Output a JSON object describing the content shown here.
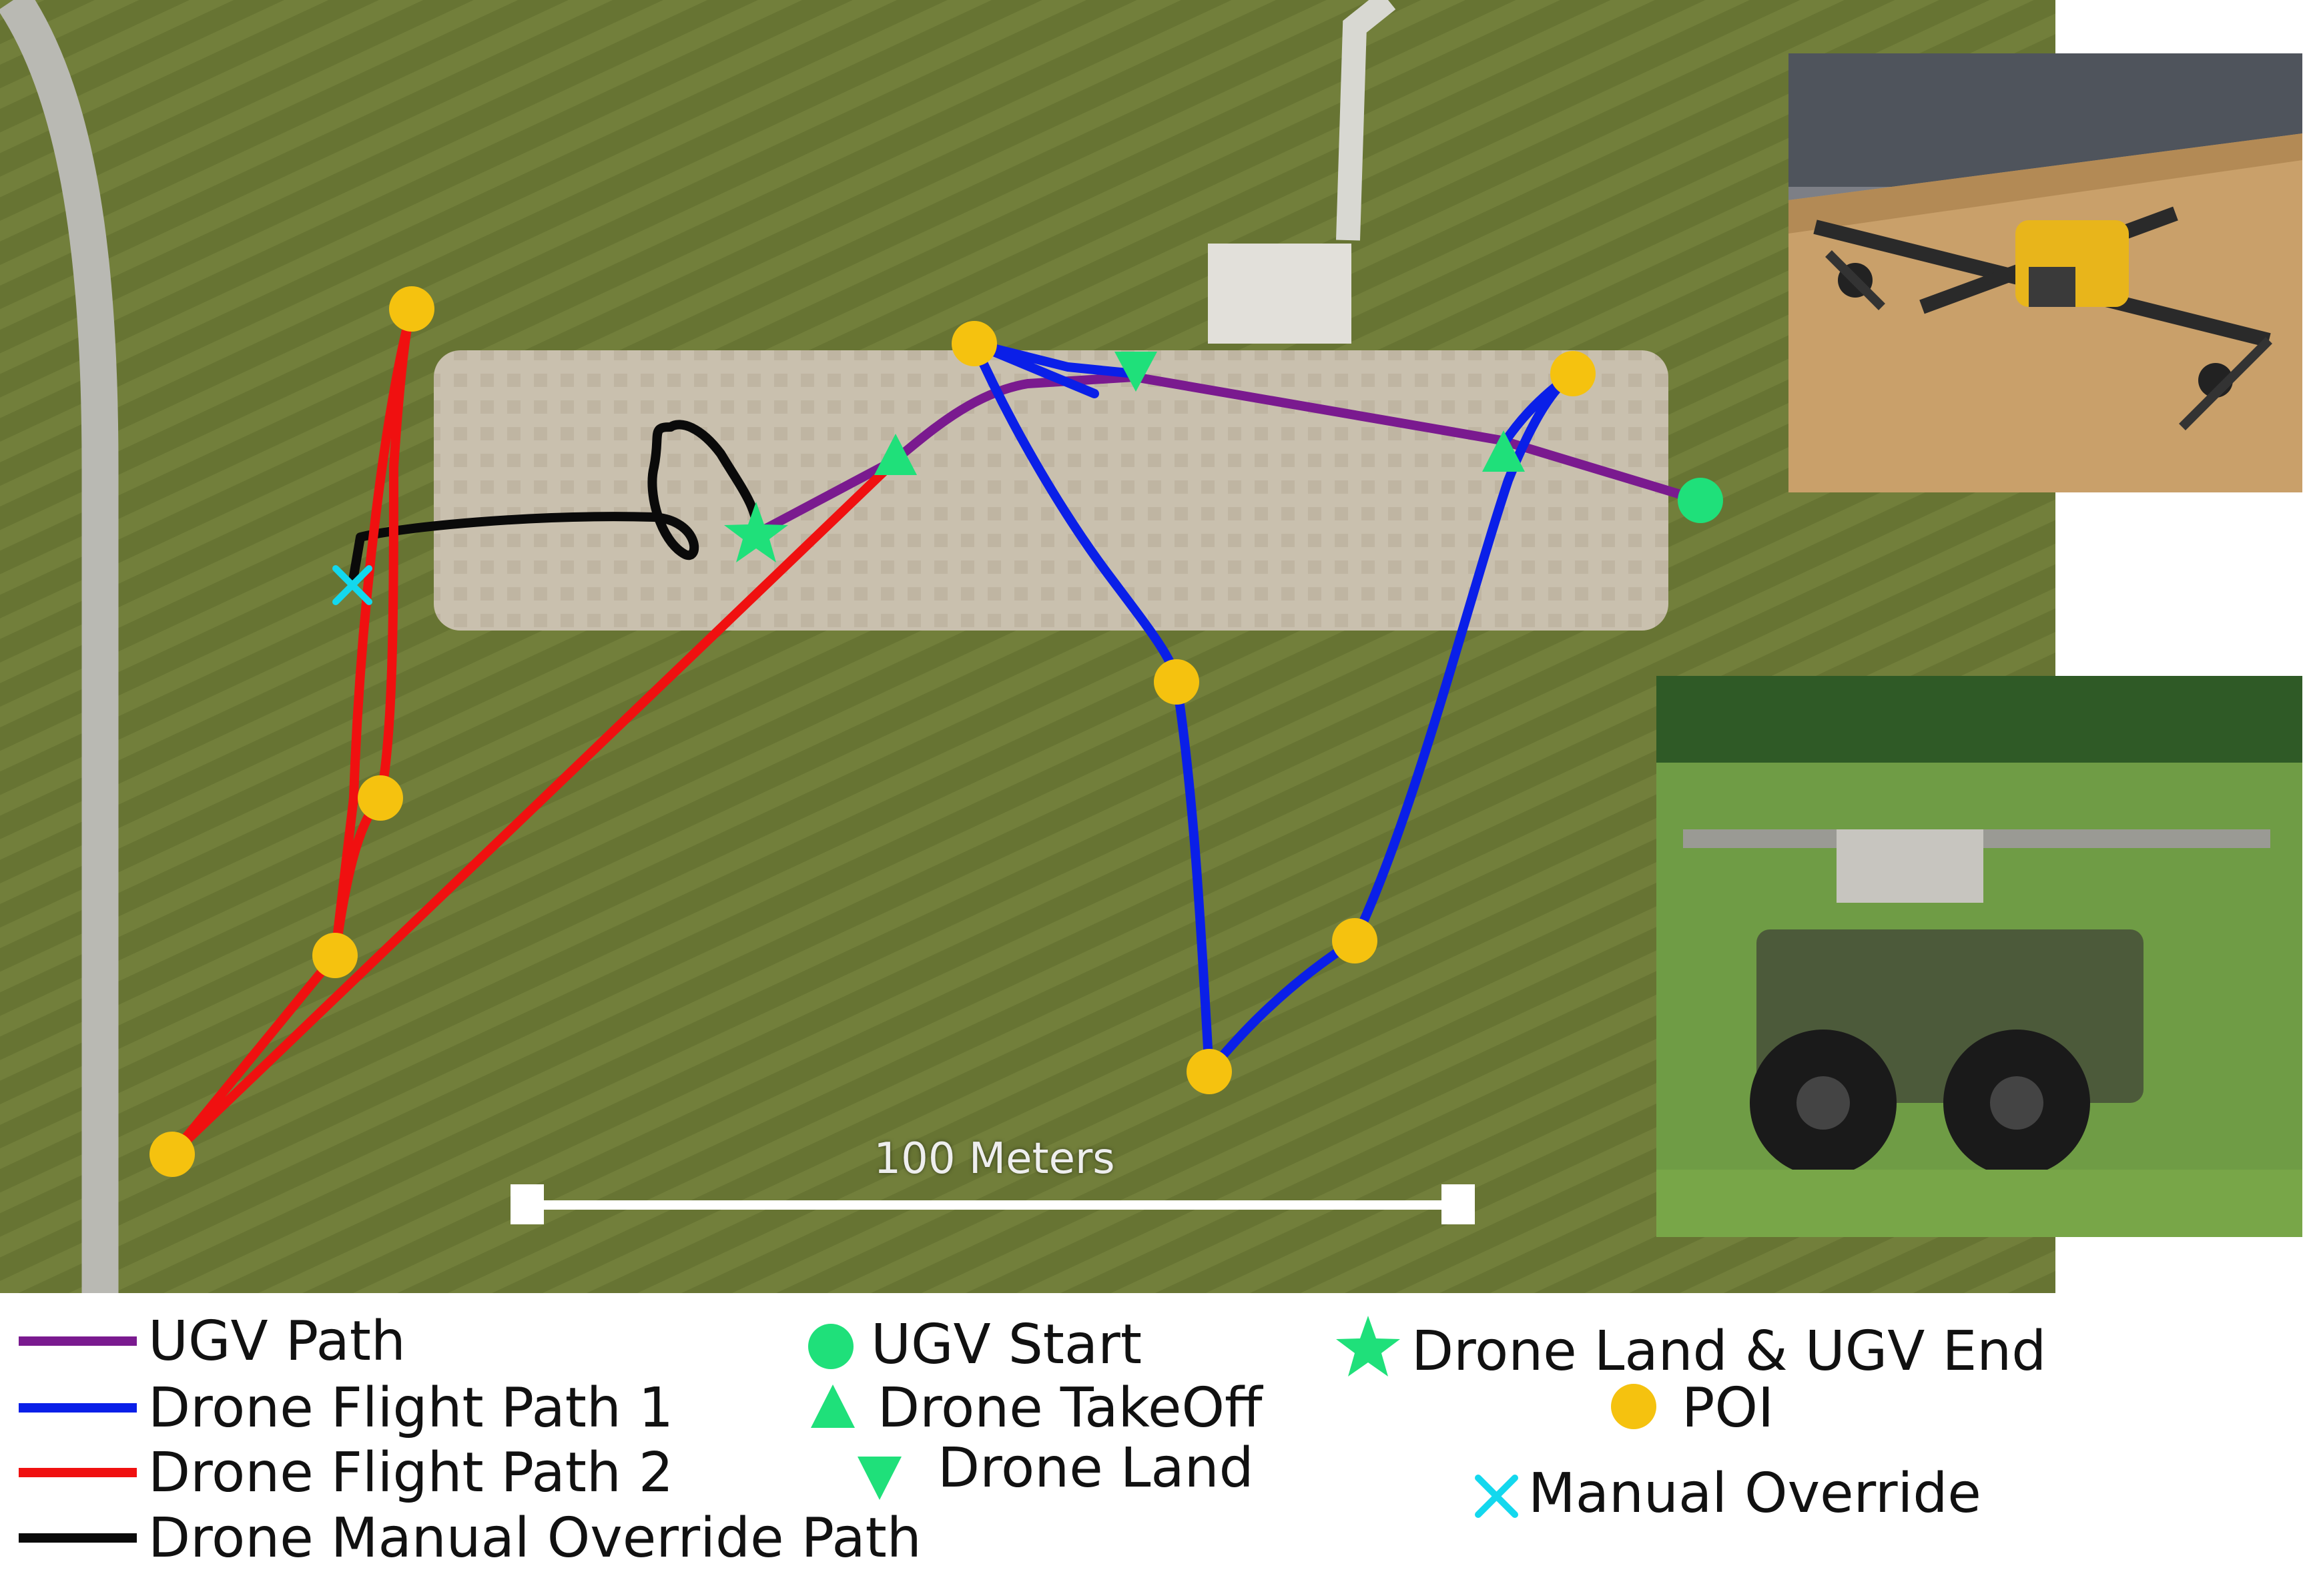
{
  "scale_bar": {
    "label": "100 Meters"
  },
  "colors": {
    "ugv_path": "#7a1a8f",
    "drone_path_1": "#0a1fe8",
    "drone_path_2": "#f01010",
    "manual_override_path": "#0a0a0a",
    "markers_green": "#1fe07a",
    "poi": "#f5c20f",
    "manual_override_marker": "#13d8ee"
  },
  "legend": {
    "ugv_path": "UGV Path",
    "drone_flight_path_1": "Drone Flight Path 1",
    "drone_flight_path_2": "Drone Flight Path 2",
    "drone_manual_override_path": "Drone Manual Override Path",
    "ugv_start": "UGV Start",
    "drone_takeoff": "Drone TakeOff",
    "drone_land": "Drone Land",
    "drone_land_ugv_end": "Drone Land & UGV End",
    "poi": "POI",
    "manual_override": "Manual Override"
  },
  "photos": {
    "drone": "quadcopter-drone-photo",
    "ugv": "ground-robot-ugv-photo"
  }
}
